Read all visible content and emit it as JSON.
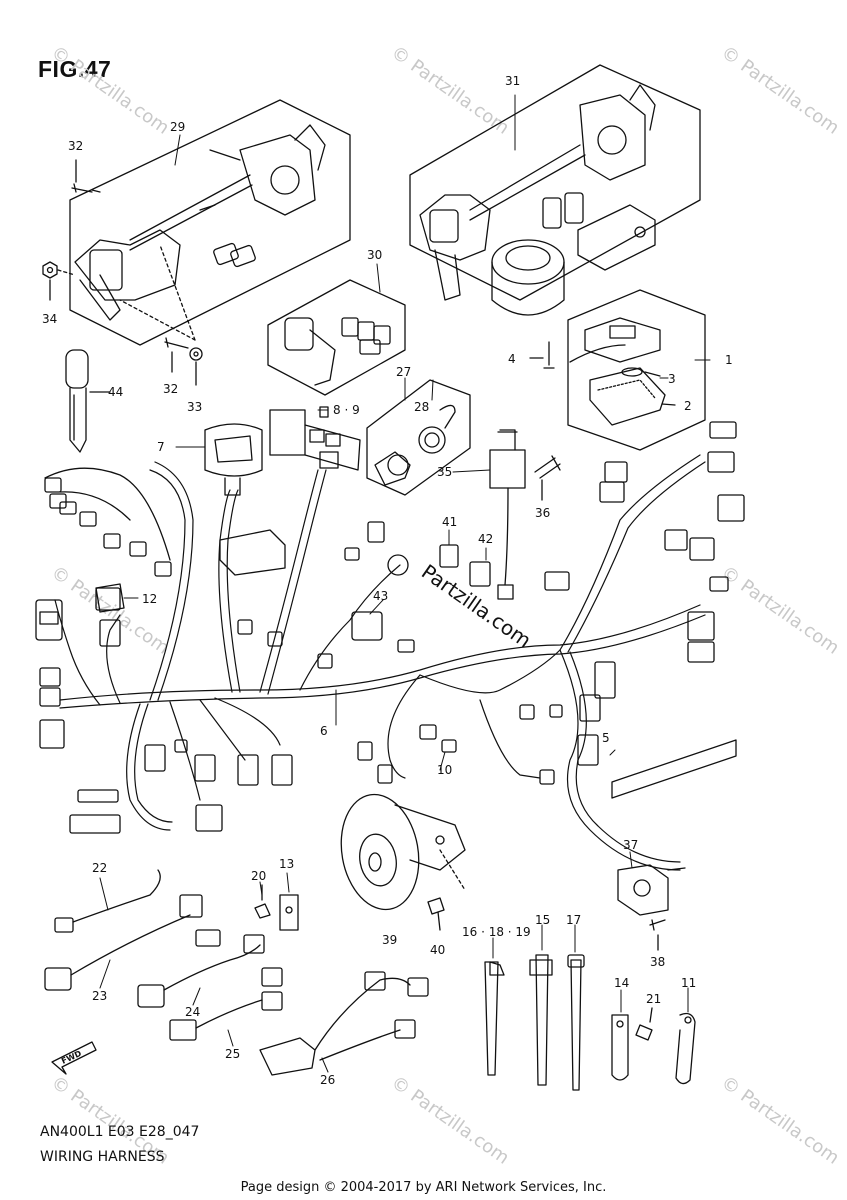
{
  "figure_label": "FIG.47",
  "drawing_code": "AN400L1 E03 E28_047",
  "drawing_title": "WIRING HARNESS",
  "footer": "Page design © 2004-2017 by ARI Network Services, Inc.",
  "watermark": "© Partzilla.com",
  "watermark_center": "Partzilla.com",
  "fwd_arrow": "FWD",
  "callouts": {
    "c1": "1",
    "c2": "2",
    "c3": "3",
    "c4": "4",
    "c5": "5",
    "c6": "6",
    "c7": "7",
    "c8_9": "8 · 9",
    "c10": "10",
    "c11": "11",
    "c12": "12",
    "c13": "13",
    "c14": "14",
    "c15": "15",
    "c16_18_19": "16 · 18 · 19",
    "c17": "17",
    "c20": "20",
    "c21": "21",
    "c22": "22",
    "c23": "23",
    "c24": "24",
    "c25": "25",
    "c26": "26",
    "c27": "27",
    "c28": "28",
    "c29": "29",
    "c30": "30",
    "c31": "31",
    "c32a": "32",
    "c32b": "32",
    "c33": "33",
    "c34": "34",
    "c35": "35",
    "c36": "36",
    "c37": "37",
    "c38": "38",
    "c39": "39",
    "c40": "40",
    "c41": "41",
    "c42": "42",
    "c43": "43",
    "c44": "44"
  }
}
